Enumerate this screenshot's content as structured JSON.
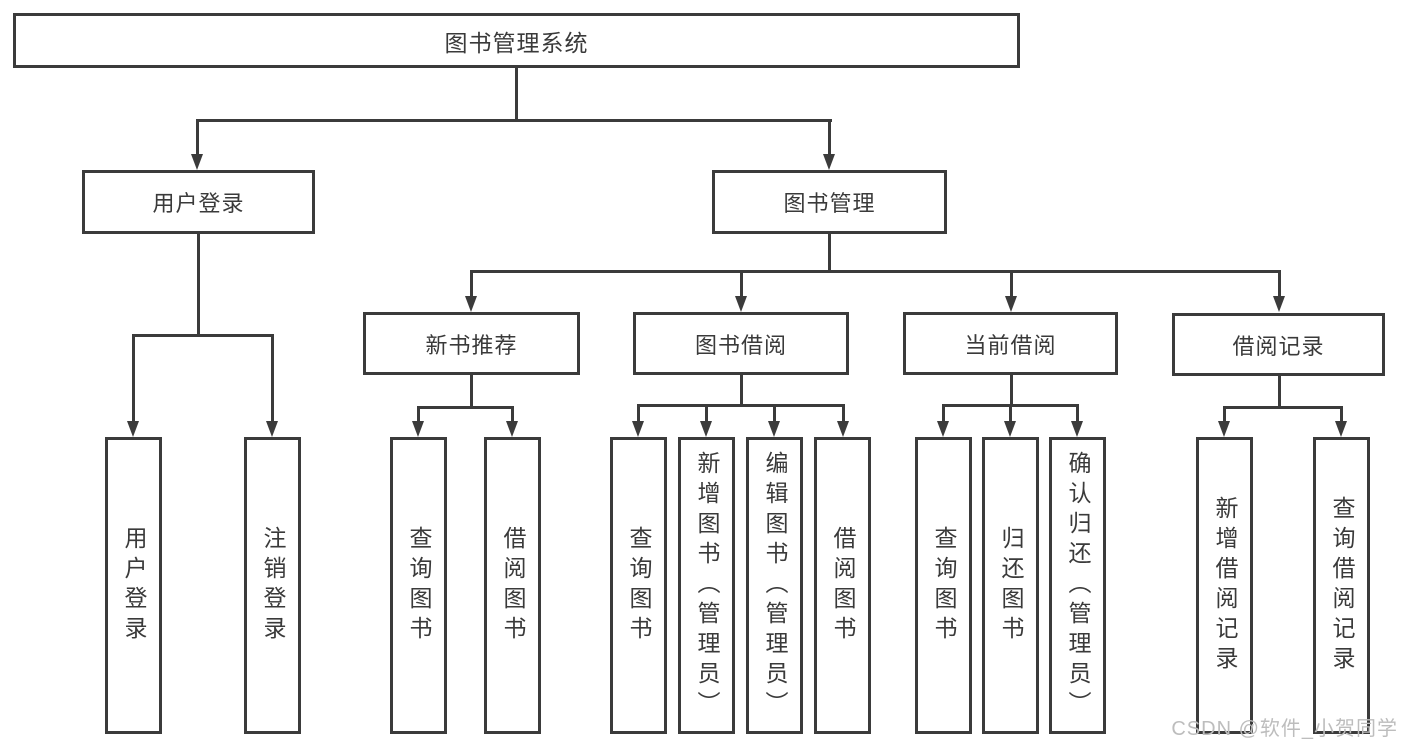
{
  "tree": {
    "root": "图书管理系统",
    "branches": [
      {
        "label": "用户登录",
        "children": [
          "用户登录",
          "注销登录"
        ]
      },
      {
        "label": "图书管理",
        "groups": [
          {
            "label": "新书推荐",
            "children": [
              "查询图书",
              "借阅图书"
            ]
          },
          {
            "label": "图书借阅",
            "children": [
              "查询图书",
              "新增图书（管理员）",
              "编辑图书（管理员）",
              "借阅图书"
            ]
          },
          {
            "label": "当前借阅",
            "children": [
              "查询图书",
              "归还图书",
              "确认归还（管理员）"
            ]
          },
          {
            "label": "借阅记录",
            "children": [
              "新增借阅记录",
              "查询借阅记录"
            ]
          }
        ]
      }
    ]
  },
  "watermark": "CSDN @软件_小贺同学",
  "colors": {
    "line": "#3b3b3b",
    "text": "#3a3a3a",
    "watermark_text": "#bdbdbd",
    "background": "#ffffff"
  }
}
